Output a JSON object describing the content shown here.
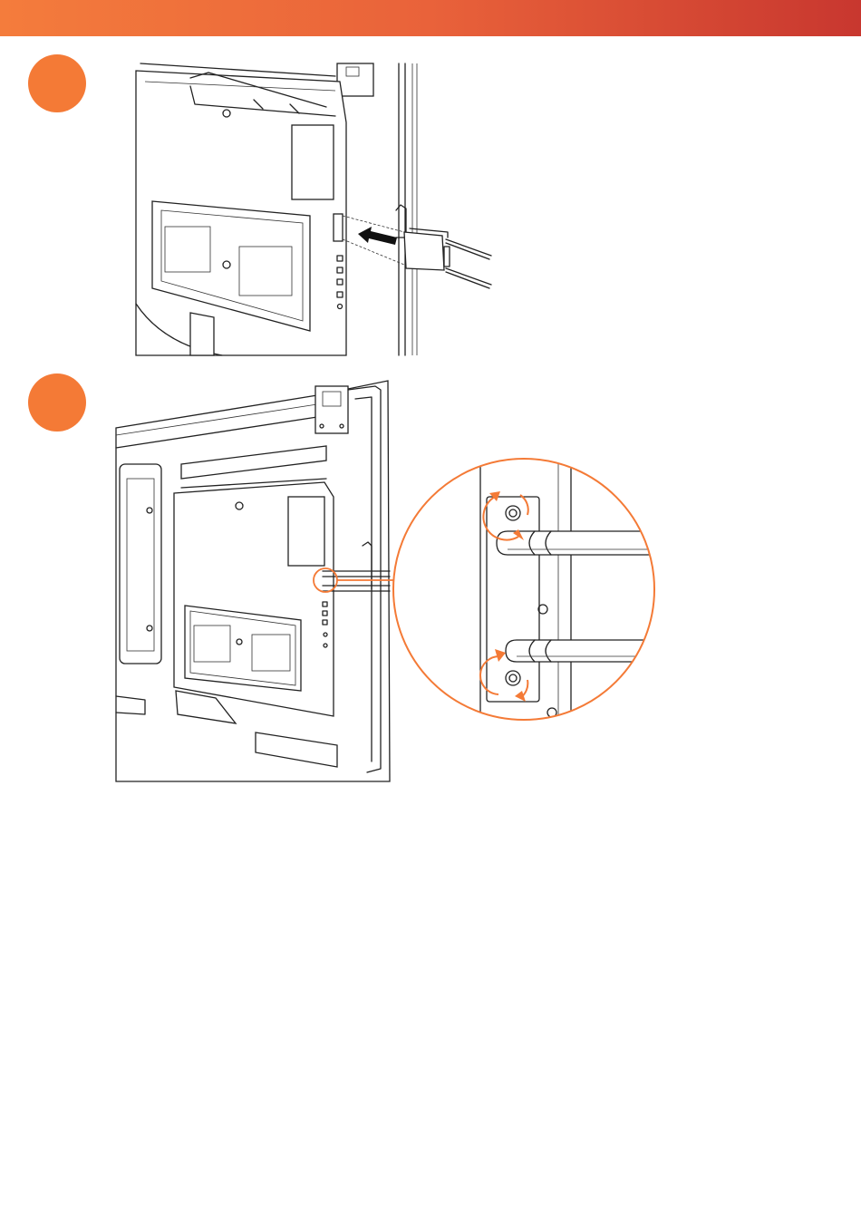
{
  "colors": {
    "header_gradient": [
      "#f47c3c",
      "#e9623a",
      "#c8372f"
    ],
    "accent": "#f47a36",
    "line": "#222222"
  },
  "steps": [
    {
      "marker": "orange-circle",
      "figure": "bracket-attached-to-display-back"
    },
    {
      "marker": "orange-circle",
      "figure": "thumbscrews-tightened-detail"
    }
  ],
  "icons": {
    "insert_arrow": "arrow-left-icon",
    "rotate_arrows": "rotate-arrow-icon"
  }
}
